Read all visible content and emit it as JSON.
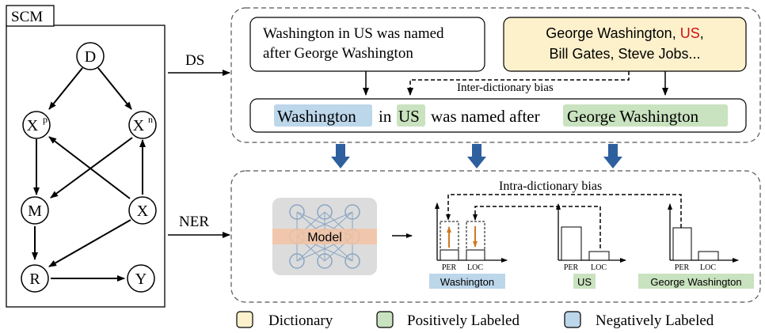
{
  "scm": {
    "title": "SCM",
    "nodes": {
      "d": "D",
      "xp": "X",
      "xp_sup": "p",
      "xn": "X",
      "xn_sup": "n",
      "m": "M",
      "x": "X",
      "r": "R",
      "y": "Y"
    }
  },
  "links": {
    "ds": "DS",
    "ner": "NER"
  },
  "ds_panel": {
    "sentence_lines": [
      "Washington in US was named",
      "after George Washington"
    ],
    "dictionary_line1_prefix": "George Washington, ",
    "dictionary_line1_highlight": "US",
    "dictionary_line1_suffix": ",",
    "dictionary_line2": "Bill Gates, Steve Jobs...",
    "inter_bias_label": "Inter-dictionary bias",
    "labeled": {
      "washington": "Washington",
      "in": "in",
      "us": "US",
      "middle": "was named after",
      "george": "George Washington"
    }
  },
  "ner_panel": {
    "intra_bias_label": "Intra-dictionary bias",
    "model_label": "Model",
    "charts": [
      {
        "entity": "Washington",
        "labels": [
          "PER",
          "LOC"
        ]
      },
      {
        "entity": "US",
        "labels": [
          "PER",
          "LOC"
        ]
      },
      {
        "entity": "George Washington",
        "labels": [
          "PER",
          "LOC"
        ]
      }
    ]
  },
  "legend": {
    "dictionary": "Dictionary",
    "positive": "Positively Labeled",
    "negative": "Negatively Labeled"
  },
  "colors": {
    "dictionary": "#fdf1cc",
    "positive": "#c9e2bf",
    "negative": "#bcd6ea",
    "highlight_red": "#cc1111",
    "arrow_blue": "#2e5f9e",
    "model_bg": "#dcdcdc",
    "model_band": "#f3c3a5",
    "neuron": "#8aa6c4",
    "orange": "#d07a20"
  }
}
